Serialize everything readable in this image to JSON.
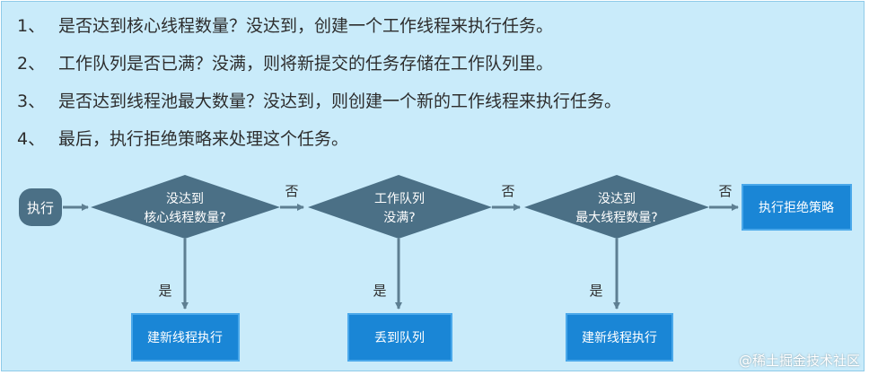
{
  "colors": {
    "panel_bg": "#c9ebfa",
    "node_fill": "#4b7086",
    "box_fill": "#1a86d6",
    "arrow": "#5e7f92",
    "text": "#2d2d2d"
  },
  "steps": [
    {
      "num": "1、",
      "text": "是否达到核心线程数量？没达到，创建一个工作线程来执行任务。"
    },
    {
      "num": "2、",
      "text": "工作队列是否已满？没满，则将新提交的任务存储在工作队列里。"
    },
    {
      "num": "3、",
      "text": "是否达到线程池最大数量？没达到，则创建一个新的工作线程来执行任务。"
    },
    {
      "num": "4、",
      "text": "最后，执行拒绝策略来处理这个任务。"
    }
  ],
  "flow": {
    "start_label": "执行",
    "decisions": [
      {
        "line1": "没达到",
        "line2": "核心线程数量?"
      },
      {
        "line1": "工作队列",
        "line2": "没满?"
      },
      {
        "line1": "没达到",
        "line2": "最大线程数量?"
      }
    ],
    "yes_label": "是",
    "no_label": "否",
    "actions": [
      "建新线程执行",
      "丢到队列",
      "建新线程执行"
    ],
    "reject_label": "执行拒绝策略"
  },
  "watermark": "@稀土掘金技术社区"
}
